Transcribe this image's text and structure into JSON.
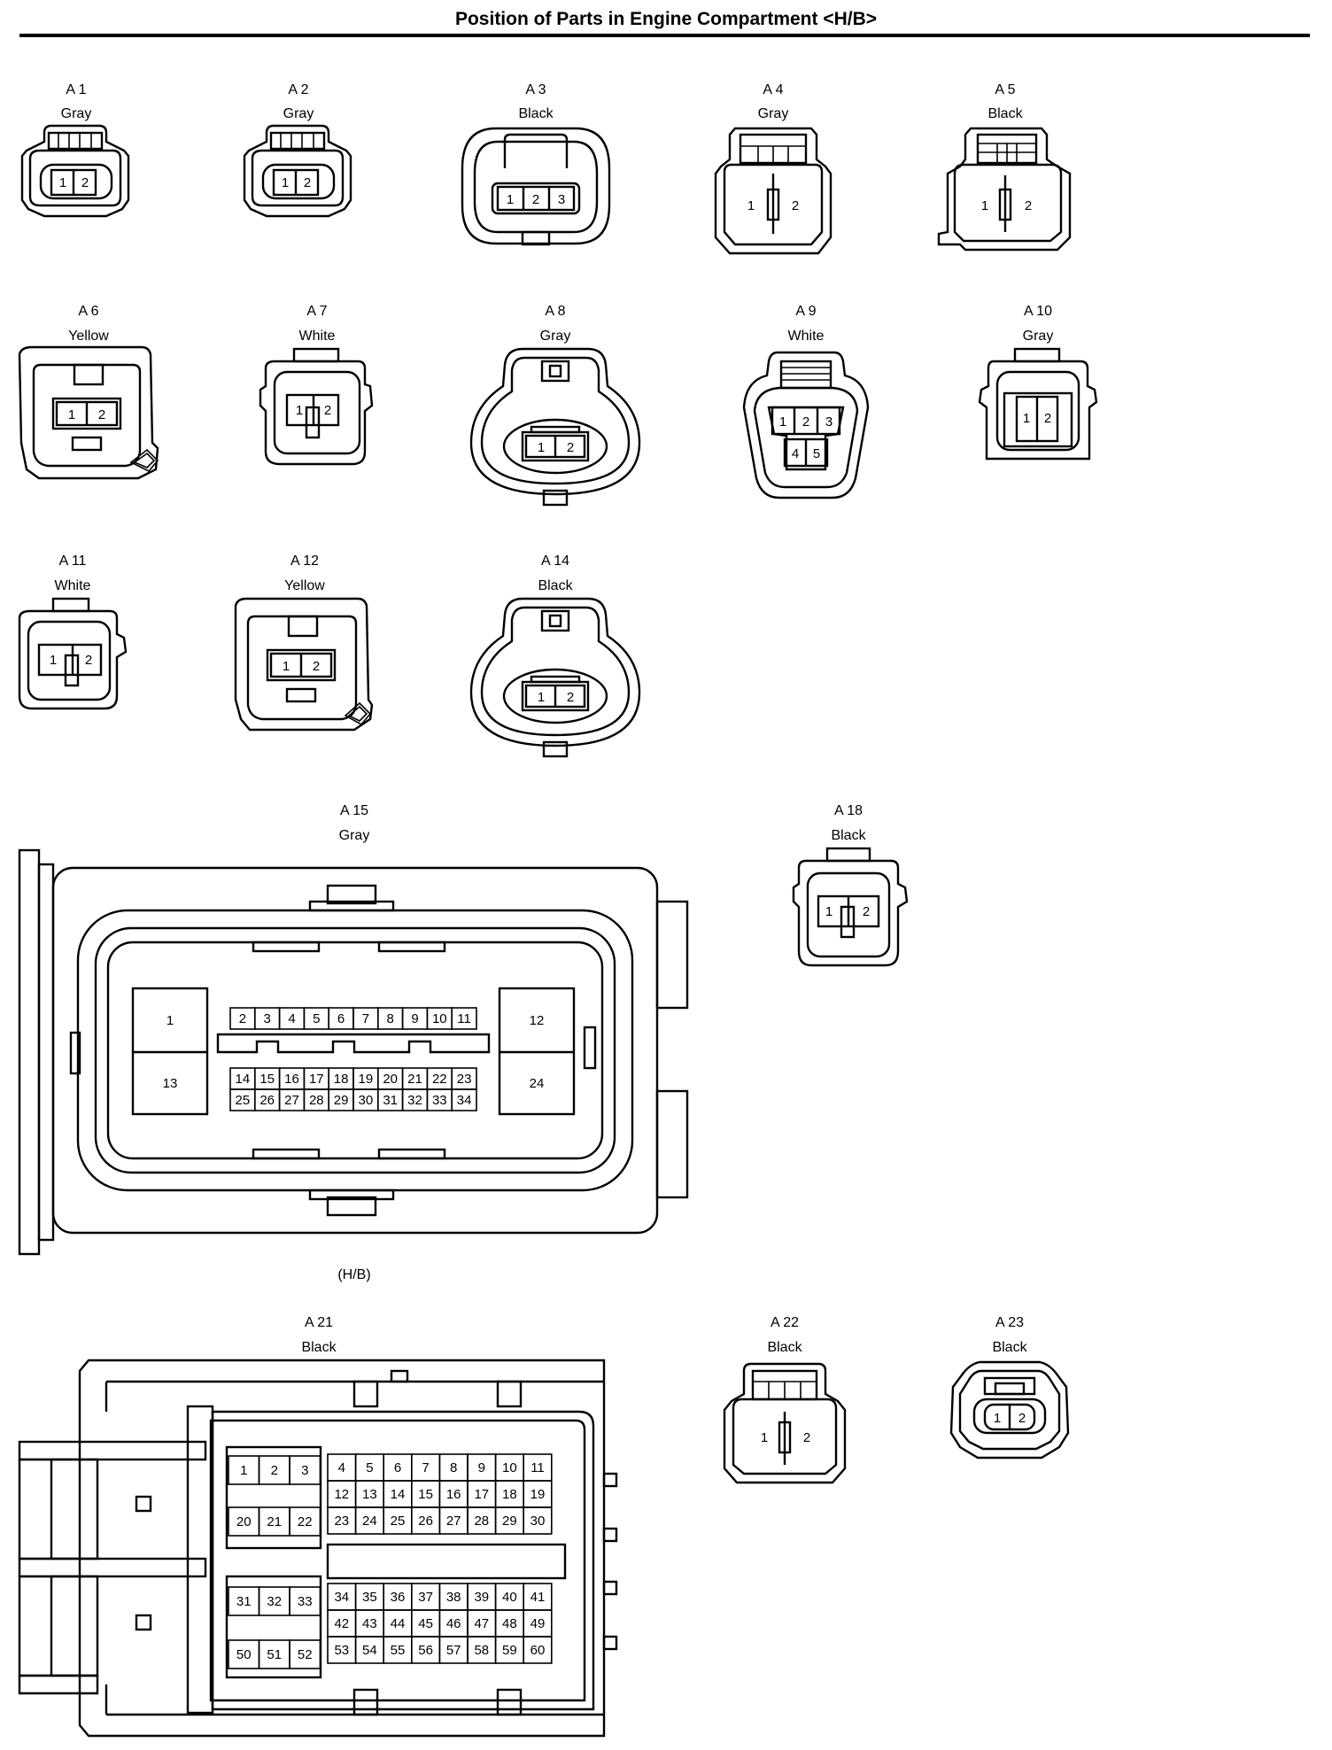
{
  "title": "Position of Parts in Engine Compartment <H/B>",
  "connectors": [
    {
      "id": "A 1",
      "color": "Gray",
      "pins": [
        "1",
        "2"
      ]
    },
    {
      "id": "A 2",
      "color": "Gray",
      "pins": [
        "1",
        "2"
      ]
    },
    {
      "id": "A 3",
      "color": "Black",
      "pins": [
        "1",
        "2",
        "3"
      ]
    },
    {
      "id": "A 4",
      "color": "Gray",
      "pins": [
        "1",
        "2"
      ]
    },
    {
      "id": "A 5",
      "color": "Black",
      "pins": [
        "1",
        "2"
      ]
    },
    {
      "id": "A 6",
      "color": "Yellow",
      "pins": [
        "1",
        "2"
      ]
    },
    {
      "id": "A 7",
      "color": "White",
      "pins": [
        "1",
        "2"
      ]
    },
    {
      "id": "A 8",
      "color": "Gray",
      "pins": [
        "1",
        "2"
      ]
    },
    {
      "id": "A 9",
      "color": "White",
      "pins": [
        "1",
        "2",
        "3",
        "4",
        "5"
      ]
    },
    {
      "id": "A 10",
      "color": "Gray",
      "pins": [
        "1",
        "2"
      ]
    },
    {
      "id": "A 11",
      "color": "White",
      "pins": [
        "1",
        "2"
      ]
    },
    {
      "id": "A 12",
      "color": "Yellow",
      "pins": [
        "1",
        "2"
      ]
    },
    {
      "id": "A 14",
      "color": "Black",
      "pins": [
        "1",
        "2"
      ]
    },
    {
      "id": "A 15",
      "color": "Gray",
      "caption": "(H/B)",
      "pin_count": 34
    },
    {
      "id": "A 18",
      "color": "Black",
      "pins": [
        "1",
        "2"
      ]
    },
    {
      "id": "A 21",
      "color": "Black",
      "pin_count": 60
    },
    {
      "id": "A 22",
      "color": "Black",
      "pins": [
        "1",
        "2"
      ]
    },
    {
      "id": "A 23",
      "color": "Black",
      "pins": [
        "1",
        "2"
      ]
    }
  ]
}
